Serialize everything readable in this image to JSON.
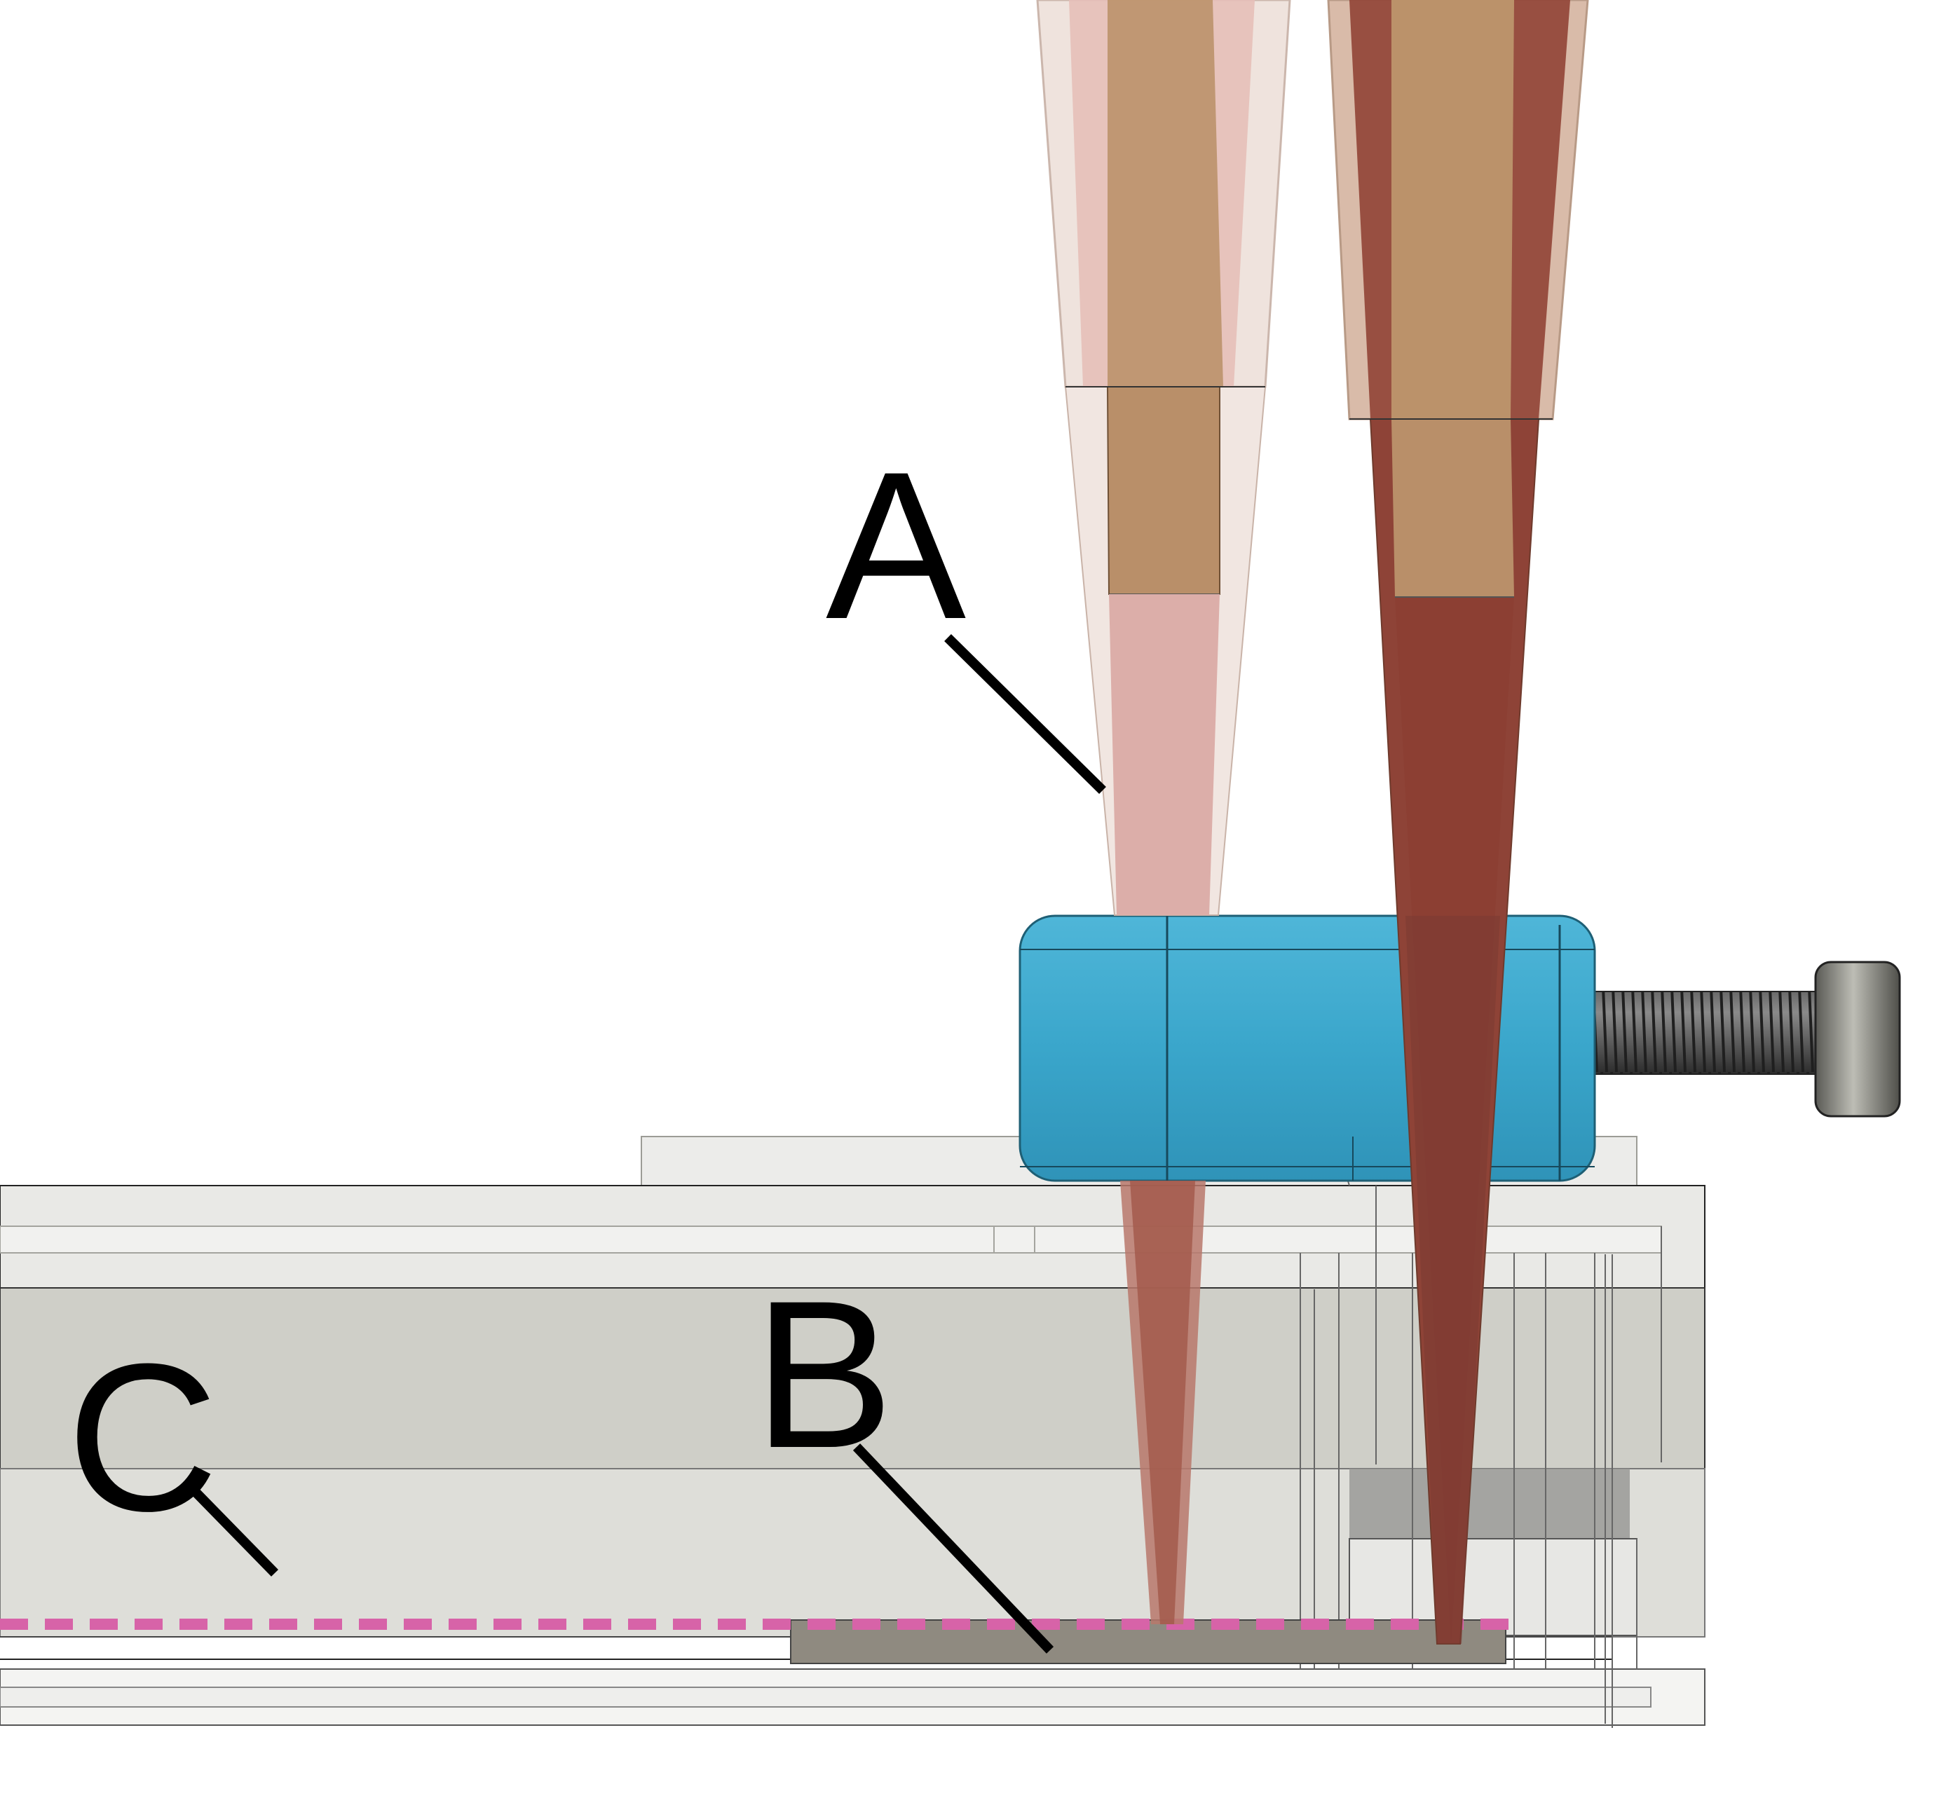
{
  "labels": {
    "a": "A",
    "b": "B",
    "c": "C"
  },
  "colors": {
    "background": "#ffffff",
    "pipette_light_outer": "#efe2dc",
    "pipette_light_fill": "#e3b8b3",
    "pipette_light_inner": "#d9a8a2",
    "pipette_dark_outer": "#d6b7a6",
    "pipette_dark_fill": "#8e4337",
    "pipette_upper_tan": "#bb926a",
    "pipette_tip_below_surface": "#9f5849",
    "clamp_block": "#3da8cc",
    "clamp_block_edge": "#2e86a6",
    "screw_dark": "#4a4a4a",
    "screw_head": "#777777",
    "stage_frame": "#e6e6e3",
    "stage_dark_band": "#cdcdc6",
    "stage_lower_band": "#dcdcd7",
    "bath_pink_dashed_line": "#d763a8",
    "sample_slice": "#8f8a80",
    "leader_line": "#000000"
  },
  "icons": {
    "left_pipette": "glass-micropipette",
    "right_pipette": "glass-micropipette-filled",
    "clamp": "pipette-holder-block",
    "screw": "cap-screw"
  }
}
